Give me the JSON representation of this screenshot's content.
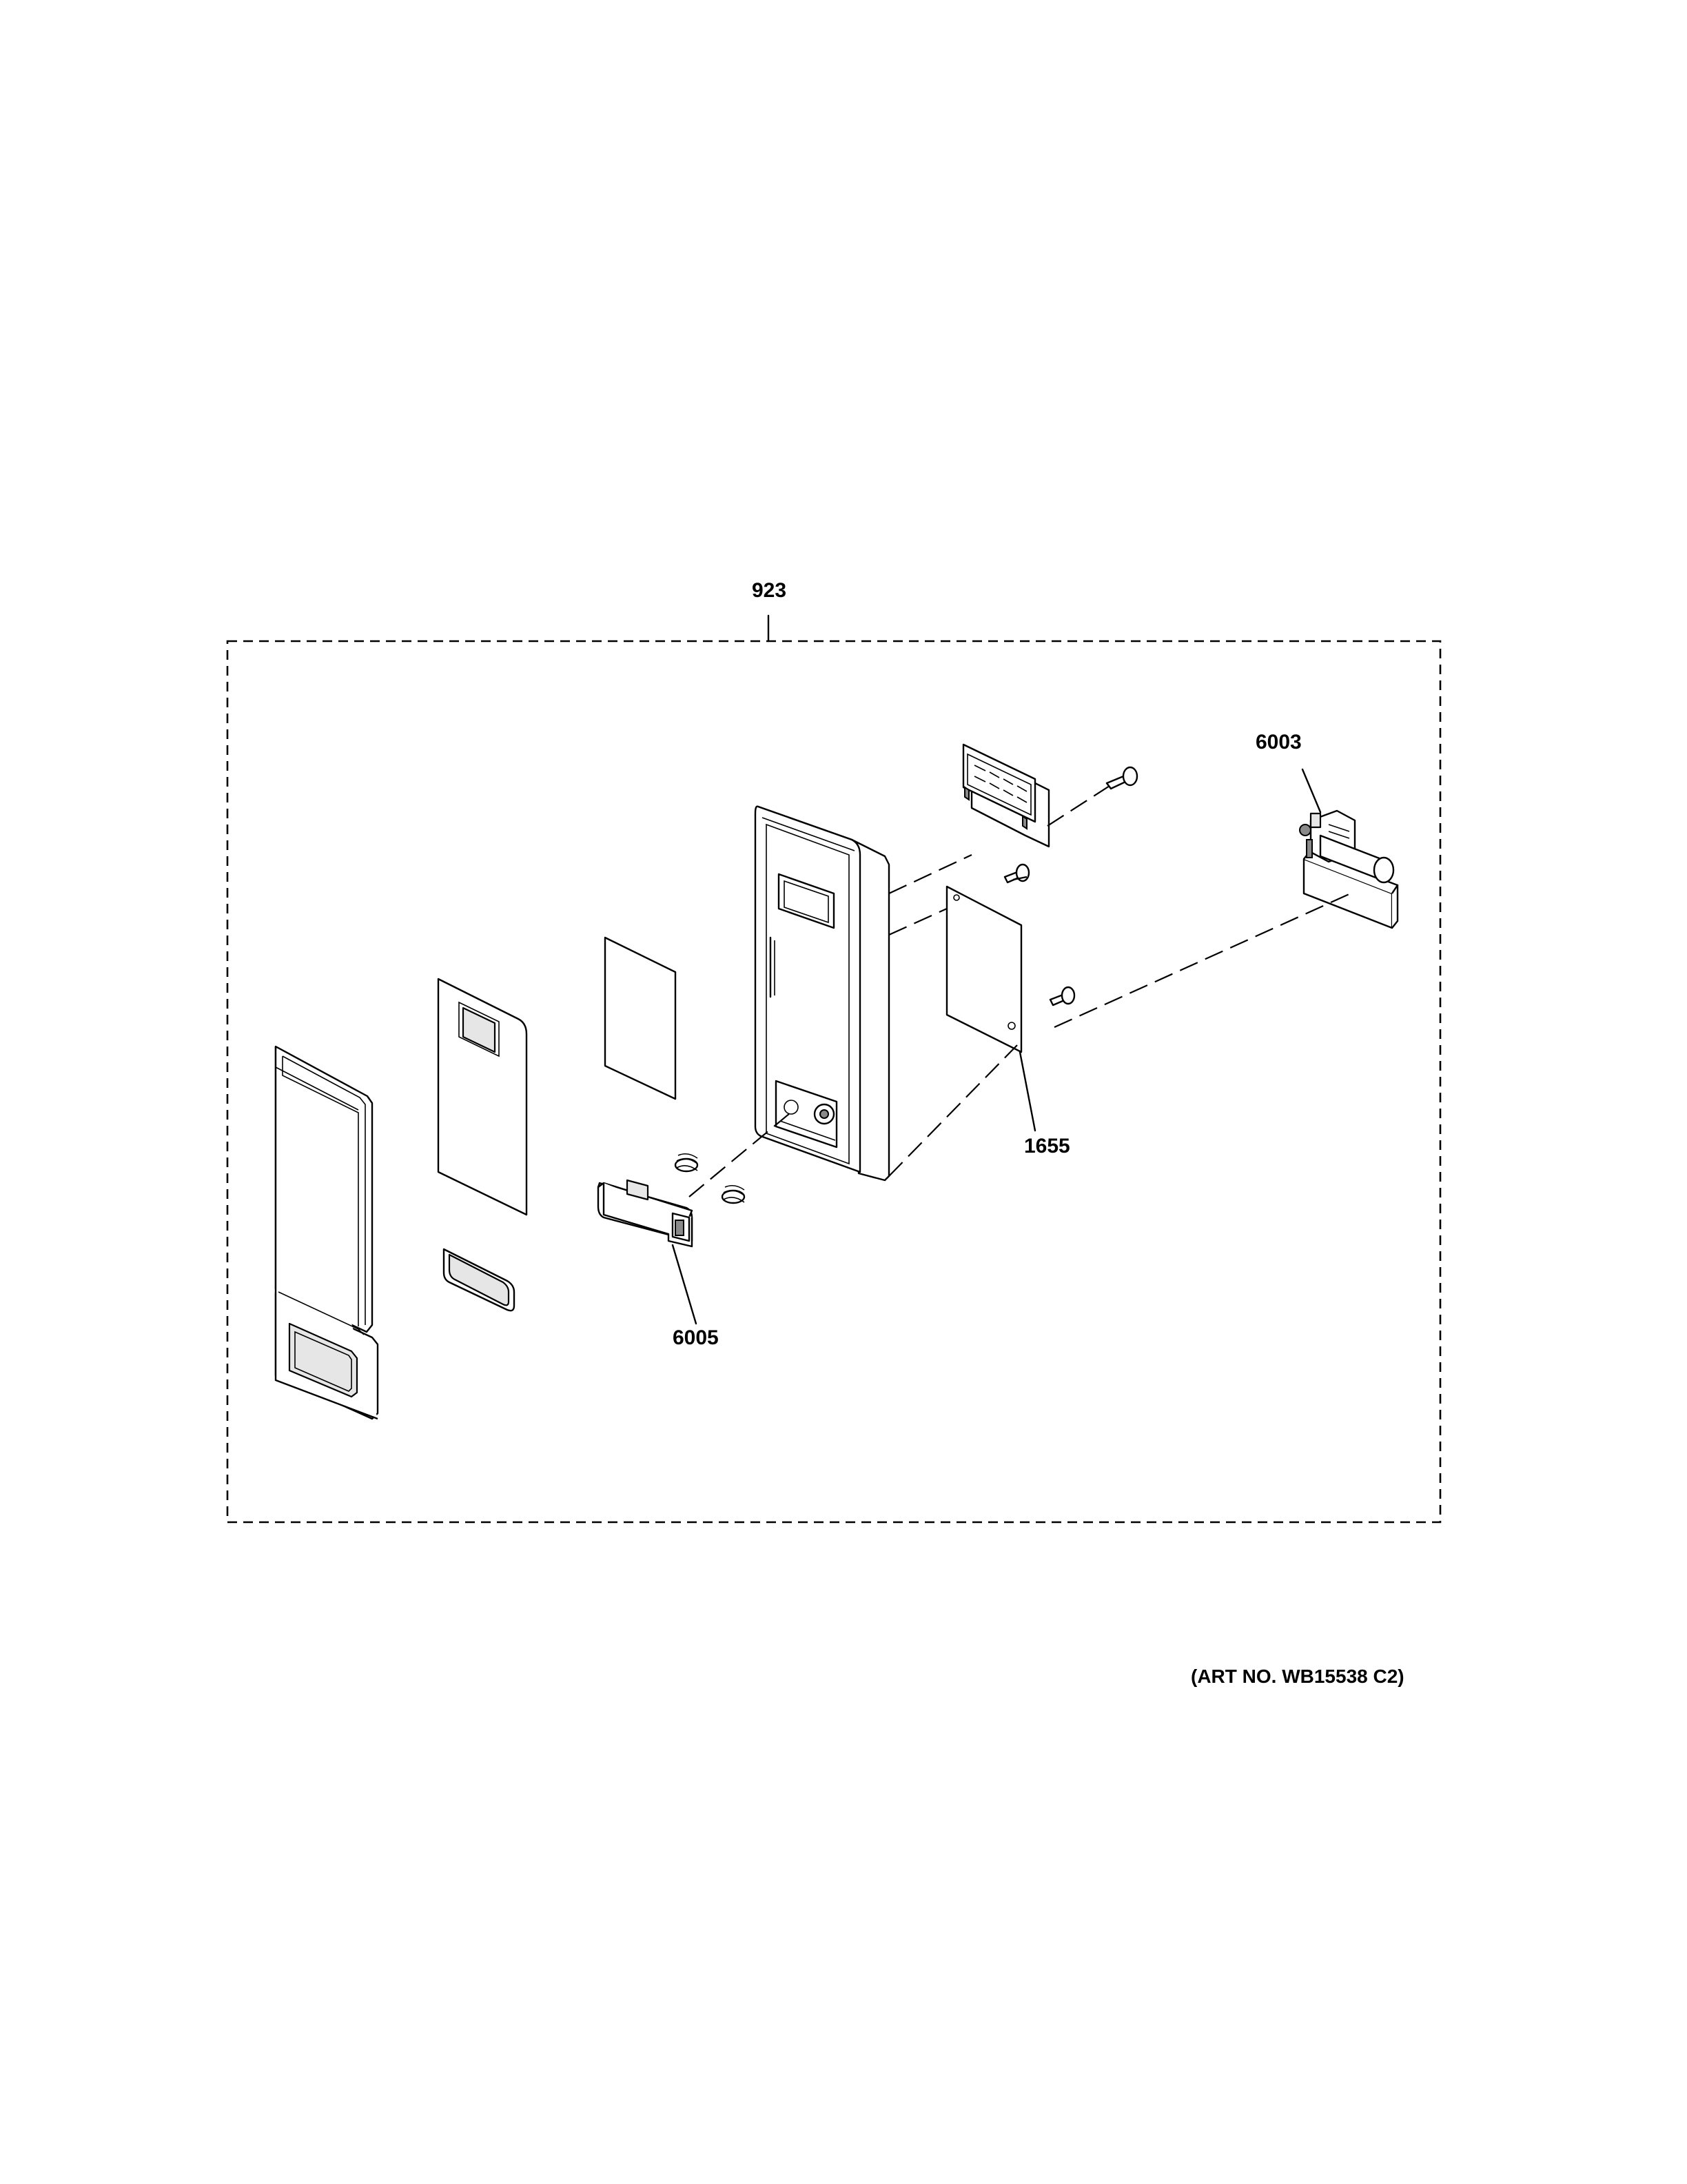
{
  "diagram": {
    "assembly_label": "923",
    "callouts": [
      {
        "id": "6003",
        "text": "6003"
      },
      {
        "id": "1655",
        "text": "1655"
      },
      {
        "id": "6005",
        "text": "6005"
      }
    ],
    "art_number": "(ART NO. WB15538 C2)"
  }
}
